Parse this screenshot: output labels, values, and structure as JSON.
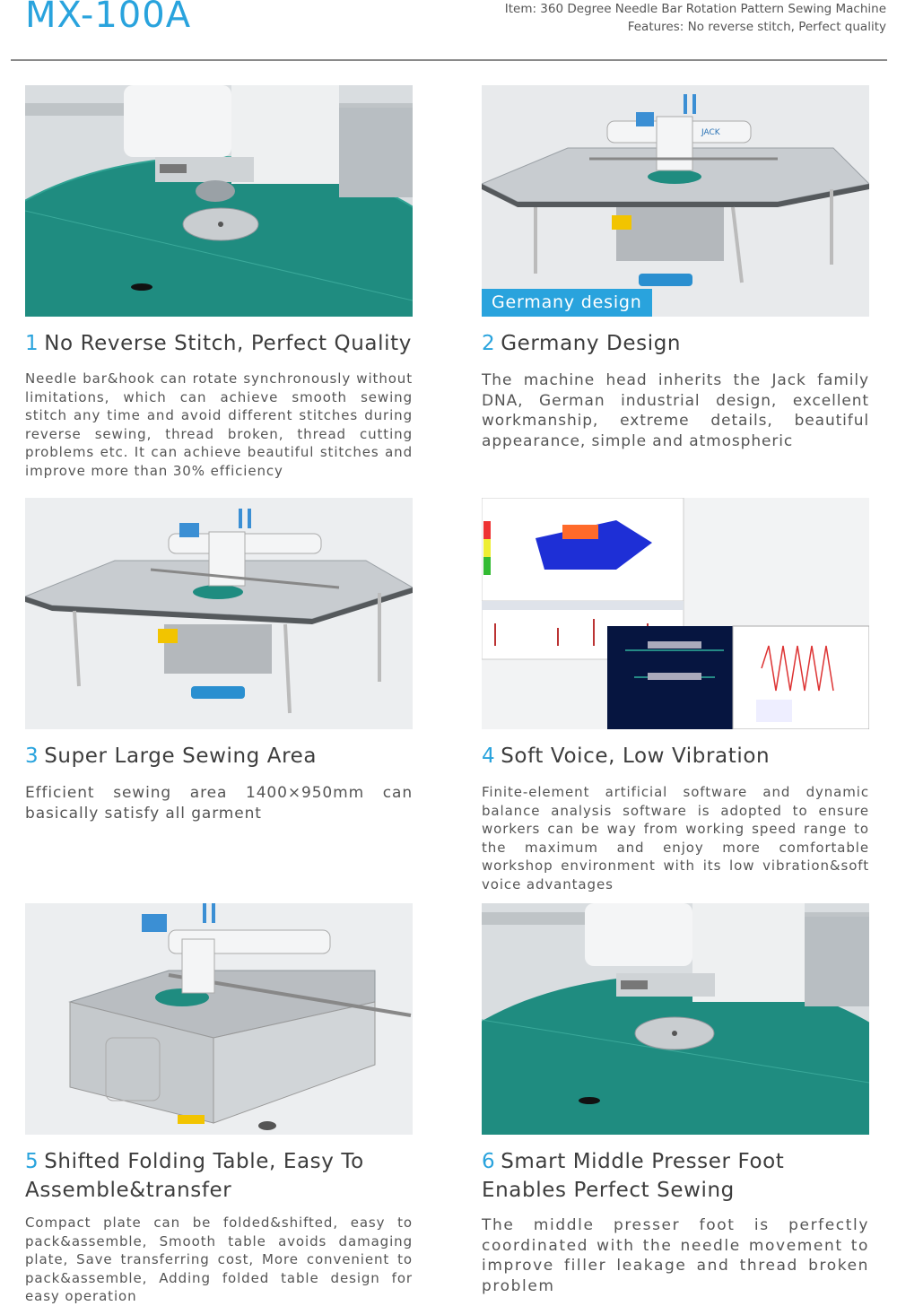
{
  "header": {
    "model": "MX-100A",
    "item_line": "Item: 360 Degree Needle Bar Rotation Pattern Sewing Machine",
    "features_line": "Features: No reverse stitch, Perfect quality"
  },
  "features": [
    {
      "number": "1",
      "title": "No Reverse Stitch, Perfect Quality",
      "description": "Needle bar&hook can rotate synchronously without limitations, which can achieve smooth sewing stitch any time and avoid different stitches during reverse sewing, thread broken, thread cutting problems etc. It can achieve beautiful stitches and improve more than 30% efficiency"
    },
    {
      "number": "2",
      "title": "Germany Design",
      "badge": "Germany design",
      "description": "The machine head inherits the Jack family DNA, German industrial design, excellent workmanship, extreme details, beautiful appearance, simple and atmospheric"
    },
    {
      "number": "3",
      "title": "Super Large Sewing Area",
      "description": "Efficient sewing area 1400×950mm can basically satisfy all garment"
    },
    {
      "number": "4",
      "title": "Soft Voice, Low Vibration",
      "description": "Finite-element artificial software and dynamic balance analysis software is adopted to ensure workers can be way from working speed range to the maximum and enjoy more comfortable workshop environment with its low vibration&soft voice advantages"
    },
    {
      "number": "5",
      "title": "Shifted Folding Table, Easy To Assemble&transfer",
      "description": "Compact plate can be folded&shifted, easy to pack&assemble, Smooth table avoids damaging plate, Save transferring cost, More convenient to pack&assemble, Adding folded table design for easy operation"
    },
    {
      "number": "6",
      "title": "Smart Middle Presser Foot Enables Perfect Sewing",
      "description": "The middle presser foot is perfectly coordinated with the needle movement to improve filler leakage and thread broken problem"
    }
  ],
  "brand_mark": "JACK",
  "colors": {
    "accent": "#29a3dd",
    "rule": "#8a8a8a",
    "table_green": "#1f8c80"
  }
}
